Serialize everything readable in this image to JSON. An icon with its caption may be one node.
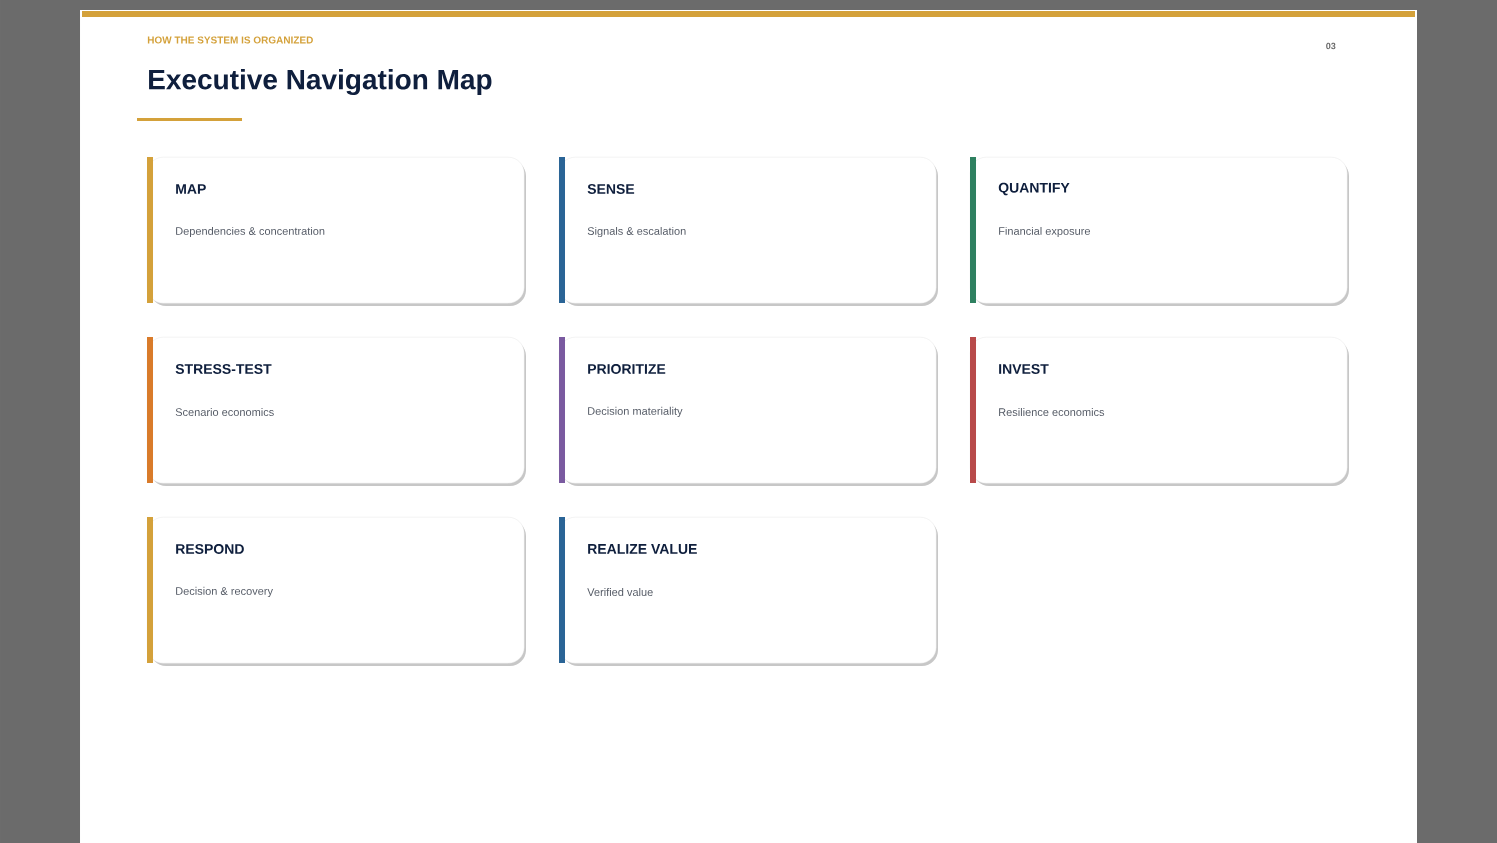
{
  "diagram": {
    "title": "Executive Navigation Map",
    "nodes": [
      {
        "text": [
          "MAP",
          "Dependencies & concentration"
        ]
      },
      {
        "text": [
          "SENSE",
          "Signals & escalation"
        ]
      },
      {
        "text": [
          "QUANTIFY",
          "Financial exposure"
        ]
      },
      {
        "text": [
          "STRESS-TEST",
          "Scenario economics"
        ]
      },
      {
        "text": [
          "PRIORITIZE",
          "Decision materiality"
        ]
      },
      {
        "text": [
          "INVEST",
          "Resilience economics"
        ]
      },
      {
        "text": [
          "RESPOND",
          "Decision & recovery"
        ]
      },
      {
        "text": [
          "REALIZE VALUE",
          "Verified value"
        ]
      }
    ],
    "labels": [
      "HOW THE SYSTEM IS ORGANIZED",
      "03"
    ]
  }
}
